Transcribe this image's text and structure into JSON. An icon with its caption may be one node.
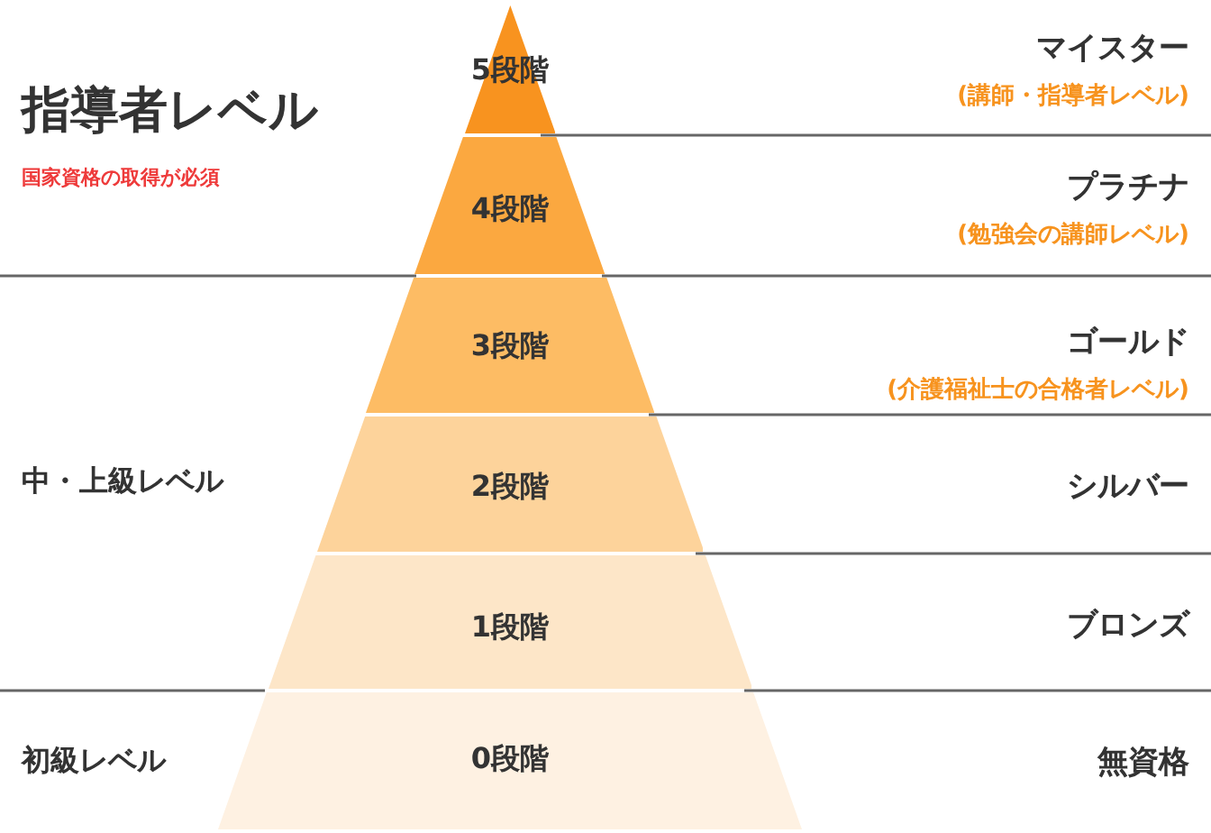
{
  "diagram": {
    "nodes": [
      {
        "text": [
          "5段階"
        ]
      },
      {
        "text": [
          "4段階"
        ]
      },
      {
        "text": [
          "3段階"
        ]
      },
      {
        "text": [
          "2段階"
        ]
      },
      {
        "text": [
          "1段階"
        ]
      },
      {
        "text": [
          "0段階"
        ]
      }
    ],
    "labels": [
      "マイスター",
      "(講師・指導者レベル)",
      "指導者レベル",
      "国家資格の取得が必須",
      "プラチナ",
      "(勉強会の講師レベル)",
      "ゴールド",
      "(介護福祉士の合格者レベル)",
      "中・上級レベル",
      "シルバー",
      "ブロンズ",
      "初級レベル",
      "無資格"
    ]
  }
}
